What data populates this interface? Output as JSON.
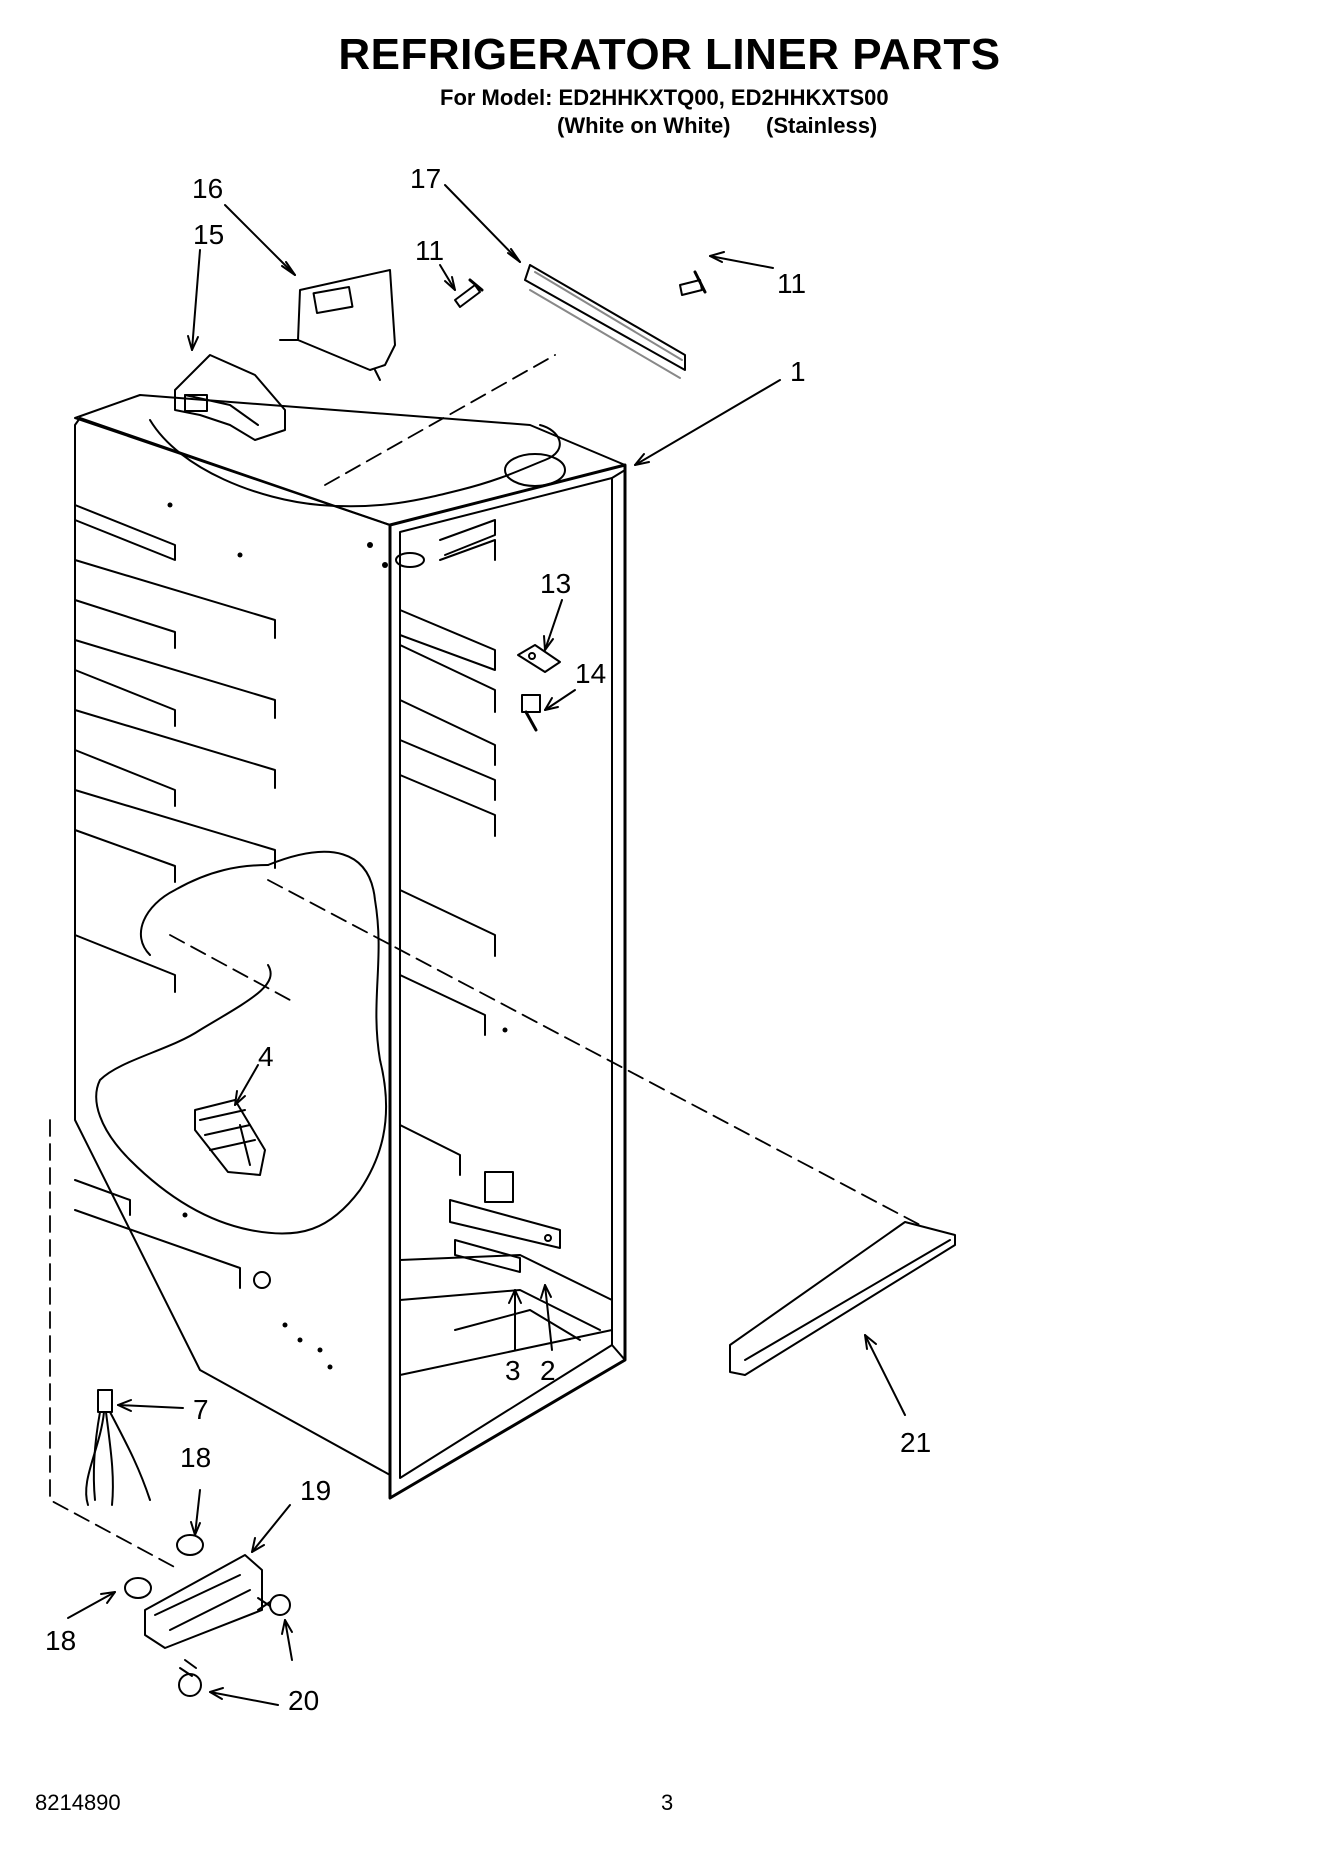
{
  "header": {
    "title": "REFRIGERATOR LINER PARTS",
    "model_line": "For Model: ED2HHKXTQ00, ED2HHKXTS00",
    "variant_white": "(White on White)",
    "variant_stainless": "(Stainless)"
  },
  "callouts": [
    "16",
    "15",
    "17",
    "11",
    "11",
    "1",
    "13",
    "14",
    "4",
    "3",
    "2",
    "21",
    "7",
    "18",
    "19",
    "18",
    "20"
  ],
  "footer": {
    "doc_number": "8214890",
    "page_number": "3"
  }
}
